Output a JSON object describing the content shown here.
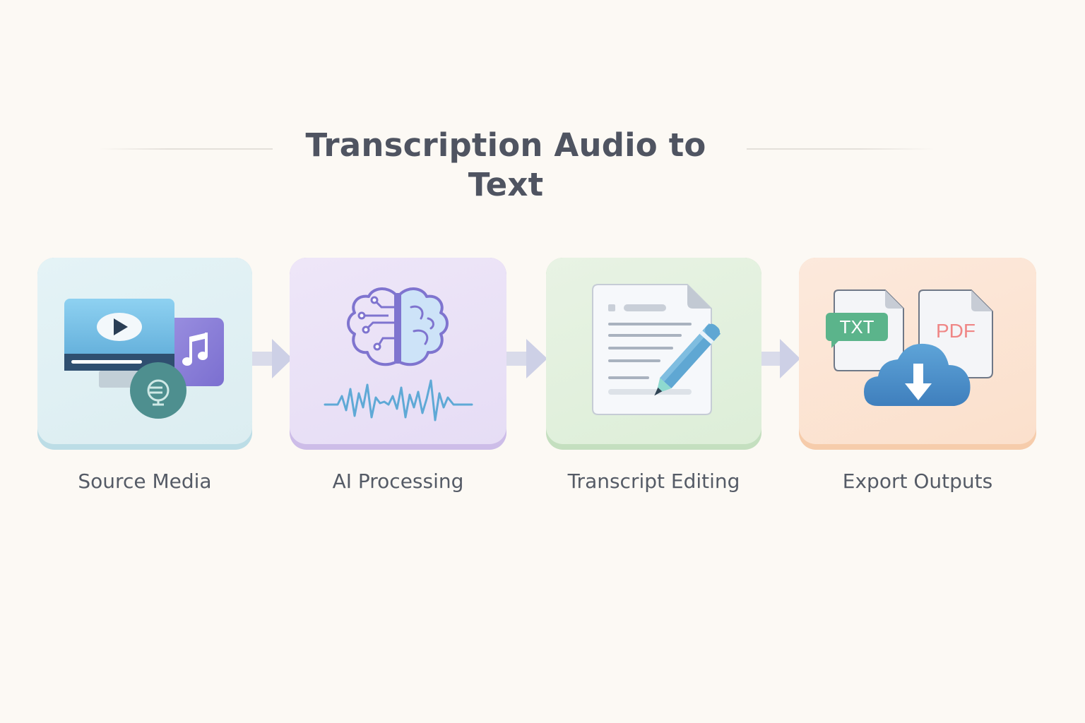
{
  "title": "Transcription Audio to Text",
  "steps": [
    {
      "label": "Source Media",
      "icon": "media-collage-icon",
      "color": "#dcedf1"
    },
    {
      "label": "AI Processing",
      "icon": "brain-waveform-icon",
      "color": "#e6ddf5"
    },
    {
      "label": "Transcript Editing",
      "icon": "document-pencil-icon",
      "color": "#ddeed8"
    },
    {
      "label": "Export Outputs",
      "icon": "export-files-cloud-icon",
      "color": "#fbe0cc"
    }
  ],
  "export_formats": [
    "TXT",
    "PDF"
  ],
  "connector_icon": "arrow-right-icon"
}
